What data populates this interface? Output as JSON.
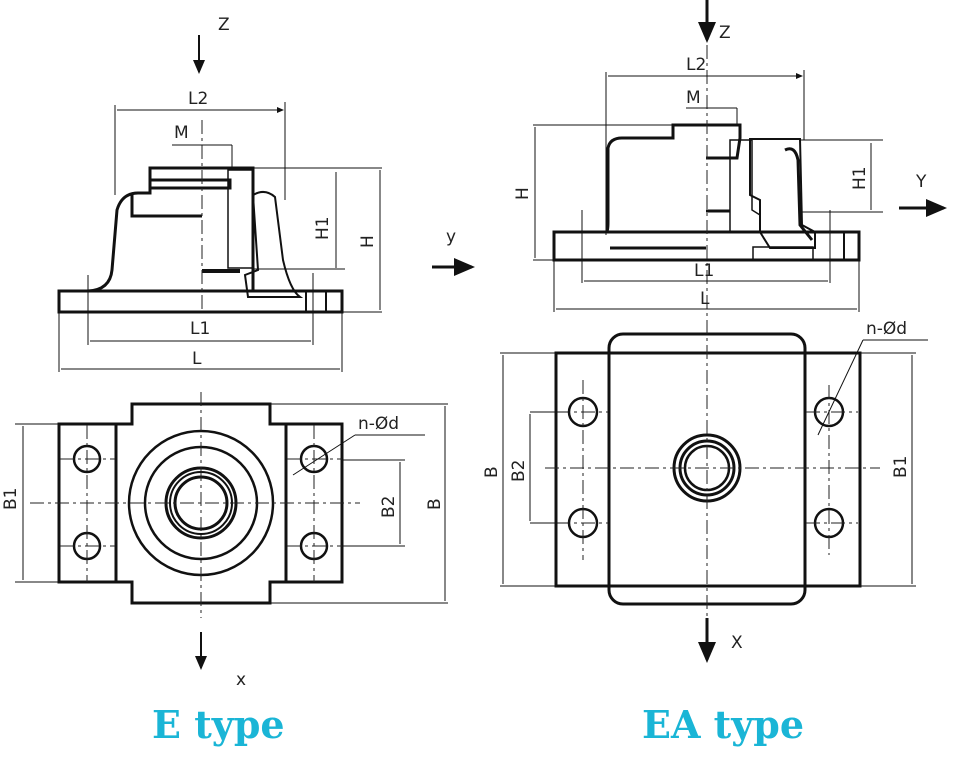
{
  "figures": [
    {
      "caption": "E type",
      "side_view": {
        "axis_top": "Z",
        "axis_right": "y",
        "dims": {
          "L2": "L2",
          "M": "M",
          "H1": "H1",
          "H": "H",
          "L1": "L1",
          "L": "L"
        }
      },
      "top_view": {
        "axis_bottom": "x",
        "dims": {
          "B1": "B1",
          "B2": "B2",
          "B": "B",
          "holes": "n-Ød"
        }
      }
    },
    {
      "caption": "EA type",
      "side_view": {
        "axis_top": "Z",
        "axis_right": "Y",
        "dims": {
          "L2": "L2",
          "M": "M",
          "H1": "H1",
          "H": "H",
          "L1": "L1",
          "L": "L"
        }
      },
      "top_view": {
        "axis_bottom": "X",
        "dims": {
          "B1": "B1",
          "B2": "B2",
          "B": "B",
          "holes": "n-Ød"
        }
      }
    }
  ],
  "colors": {
    "caption": "#1ab5d6",
    "line": "#111111"
  }
}
